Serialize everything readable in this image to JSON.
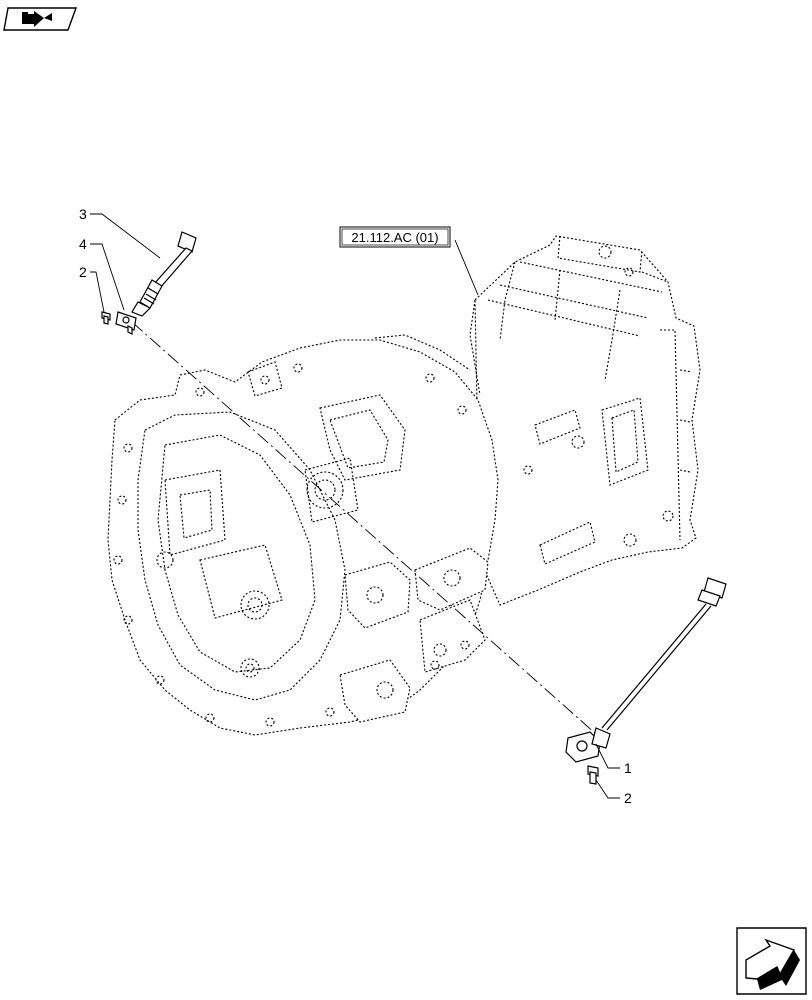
{
  "reference": {
    "text": "21.112.AC (01)"
  },
  "callouts": [
    {
      "id": "c3",
      "text": "3"
    },
    {
      "id": "c4",
      "text": "4"
    },
    {
      "id": "c2a",
      "text": "2"
    },
    {
      "id": "c1",
      "text": "1"
    },
    {
      "id": "c2b",
      "text": "2"
    }
  ],
  "icons": {
    "top_left": "book-arrow-icon",
    "bottom_right": "next-page-arrow-icon"
  }
}
